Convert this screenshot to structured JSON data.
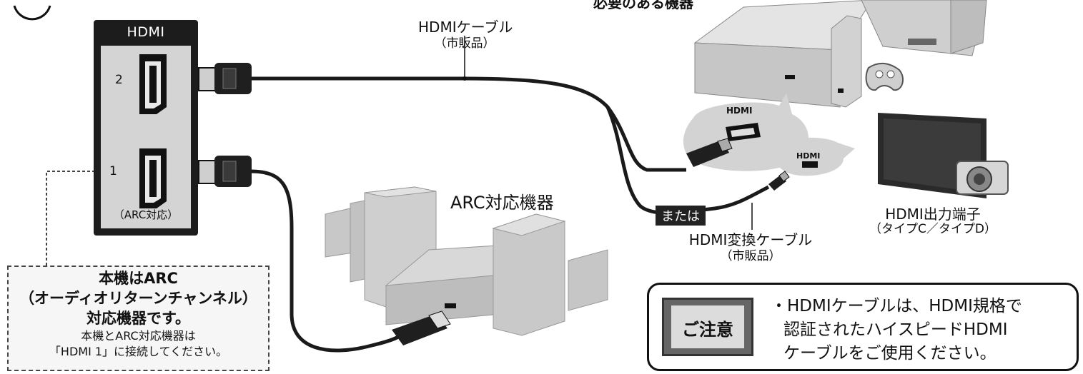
{
  "panel": {
    "title": "HDMI",
    "port2_num": "2",
    "port1_num": "1",
    "port1_note": "（ARC対応）"
  },
  "labels": {
    "top_devices": "必要のある機器",
    "hdmi_cable": "HDMIケーブル",
    "hdmi_cable_note": "（市販品）",
    "arc_device": "ARC対応機器",
    "bubble_hdmi": "HDMI",
    "bubble_hdmi_small": "HDMI",
    "or": "または",
    "conv_cable": "HDMI変換ケーブル",
    "conv_cable_note": "（市販品）",
    "out_port": "HDMI出力端子",
    "out_port_type": "（タイプC／タイプD）"
  },
  "arc_callout": {
    "line1": "本機はARC",
    "line2": "（オーディオリターンチャンネル）",
    "line3": "対応機器です。",
    "line4": "本機とARC対応機器は",
    "line5": "「HDMI 1」に接続してください。"
  },
  "notice": {
    "tag": "ご注意",
    "line1": "・HDMIケーブルは、HDMI規格で",
    "line2": "認証されたハイスピードHDMI",
    "line3": "ケーブルをご使用ください。"
  },
  "colors": {
    "panel": "#1c1c1c",
    "panel_inner": "#d4d4d4",
    "cable": "#1a1a1a",
    "device_gray": "#bdbdbd",
    "bubble": "#d3d3d3"
  }
}
